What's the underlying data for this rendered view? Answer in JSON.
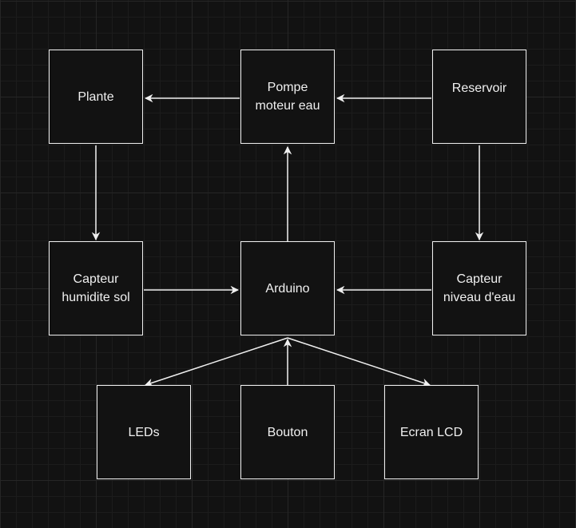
{
  "diagram": {
    "nodes": {
      "plante": "Plante",
      "pompe": "Pompe\nmoteur eau",
      "reservoir": "Reservoir",
      "capteur_humidite": "Capteur\nhumidite sol",
      "arduino": "Arduino",
      "capteur_niveau": "Capteur\nniveau d'eau",
      "leds": "LEDs",
      "bouton": "Bouton",
      "ecran": "Ecran LCD"
    },
    "edges": [
      {
        "from": "reservoir",
        "to": "pompe"
      },
      {
        "from": "pompe",
        "to": "plante"
      },
      {
        "from": "plante",
        "to": "capteur_humidite"
      },
      {
        "from": "reservoir",
        "to": "capteur_niveau"
      },
      {
        "from": "capteur_humidite",
        "to": "arduino"
      },
      {
        "from": "capteur_niveau",
        "to": "arduino"
      },
      {
        "from": "arduino",
        "to": "pompe"
      },
      {
        "from": "arduino",
        "to": "leds"
      },
      {
        "from": "bouton",
        "to": "arduino"
      },
      {
        "from": "arduino",
        "to": "ecran"
      }
    ],
    "colors": {
      "background": "#121212",
      "stroke": "#f0f0f0",
      "grid": "#262626"
    }
  }
}
